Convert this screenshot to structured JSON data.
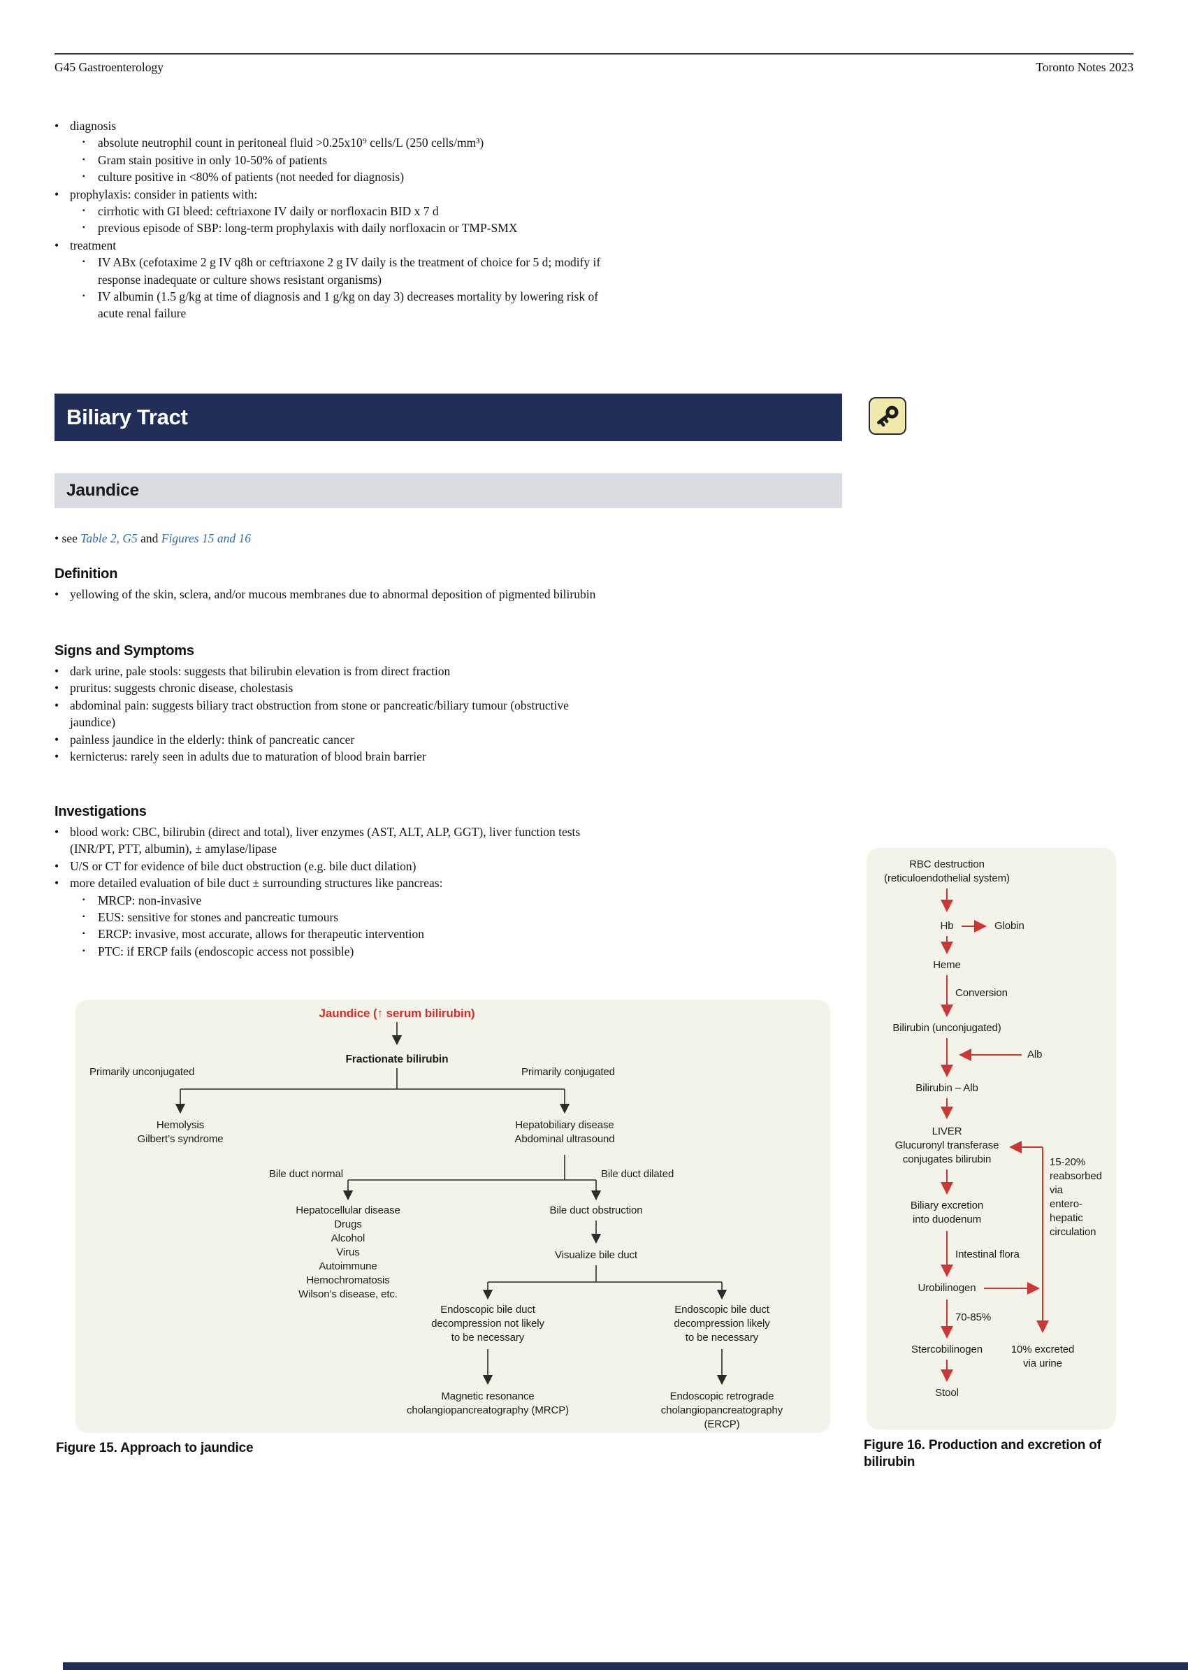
{
  "header": {
    "left": "G45 Gastroenterology",
    "right": "Toronto Notes 2023"
  },
  "sbp": {
    "bullets": [
      {
        "t": "diagnosis",
        "sub": [
          "absolute neutrophil count in peritoneal fluid >0.25x10⁹ cells/L (250 cells/mm³)",
          "Gram stain positive in only 10-50% of patients",
          "culture positive in <80% of patients (not needed for diagnosis)"
        ]
      },
      {
        "t": "prophylaxis: consider in patients with:",
        "sub": [
          "cirrhotic with GI bleed: ceftriaxone IV daily or norfloxacin BID x 7 d",
          "previous episode of SBP: long-term prophylaxis with daily norfloxacin or TMP-SMX"
        ]
      },
      {
        "t": "treatment",
        "sub": [
          "IV ABx (cefotaxime 2 g IV q8h or ceftriaxone 2 g IV daily is the treatment of choice for 5 d; modify if response inadequate or culture shows resistant organisms)",
          "IV albumin (1.5 g/kg at time of diagnosis and 1 g/kg on day 3) decreases mortality by lowering risk of acute renal failure"
        ]
      }
    ]
  },
  "biliary": {
    "title": "Biliary Tract",
    "key_icon": "key-icon"
  },
  "jaundice": {
    "heading": "Jaundice",
    "see": {
      "bullet": "•",
      "prefix": "see ",
      "link1": "Table 2, G5",
      "and": " and ",
      "link2": "Figures 15 and 16"
    },
    "definition_heading": "Definition",
    "definition_bullets": [
      {
        "t": "yellowing of the skin, sclera, and/or mucous membranes due to abnormal deposition of pigmented bilirubin"
      }
    ],
    "signs_heading": "Signs and Symptoms",
    "signs_bullets": [
      {
        "t": "dark urine, pale stools: suggests that bilirubin elevation is from direct fraction"
      },
      {
        "t": "pruritus: suggests chronic disease, cholestasis"
      },
      {
        "t": "abdominal pain: suggests biliary tract obstruction from stone or pancreatic/biliary tumour (obstructive jaundice)"
      },
      {
        "t": "painless jaundice in the elderly: think of pancreatic cancer"
      },
      {
        "t": "kernicterus: rarely seen in adults due to maturation of blood brain barrier"
      }
    ],
    "investigations_heading": "Investigations",
    "investigations_bullets": [
      {
        "t": "blood work: CBC, bilirubin (direct and total), liver enzymes (AST, ALT, ALP, GGT), liver function tests (INR/PT, PTT, albumin), ± amylase/lipase"
      },
      {
        "t": "U/S or CT for evidence of bile duct obstruction (e.g. bile duct dilation)"
      },
      {
        "t": "more detailed evaluation of bile duct ± surrounding structures like pancreas:",
        "sub": [
          "MRCP: non-invasive",
          "EUS: sensitive for stones and pancreatic tumours",
          "ERCP: invasive, most accurate, allows for therapeutic intervention",
          "PTC: if ERCP fails (endoscopic access not possible)"
        ]
      }
    ]
  },
  "fig15": {
    "caption": "Figure 15. Approach to jaundice",
    "nodes": {
      "title": "Jaundice (↑ serum bilirubin)",
      "fractionate": "Fractionate bilirubin",
      "primarily_unconjugated": "Primarily unconjugated",
      "primarily_conjugated": "Primarily conjugated",
      "hemolysis": "Hemolysis\nGilbert’s syndrome",
      "hepatobiliary": "Hepatobiliary disease\nAbdominal ultrasound",
      "bile_duct_normal": "Bile duct normal",
      "bile_duct_dilated": "Bile duct dilated",
      "hepatocellular": "Hepatocellular disease\nDrugs\nAlcohol\nVirus\nAutoimmune\nHemochromatosis\nWilson’s disease, etc.",
      "obstruction": "Bile duct obstruction",
      "visualize": "Visualize bile duct",
      "decomp_not_likely": "Endoscopic bile duct\ndecompression not likely\nto be necessary",
      "decomp_likely": "Endoscopic bile duct\ndecompression likely\nto be necessary",
      "mrcp": "Magnetic resonance\ncholangiopancreatography (MRCP)",
      "ercp": "Endoscopic retrograde\ncholangiopancreatography (ERCP)"
    }
  },
  "fig16": {
    "caption": "Figure 16. Production and excretion of bilirubin",
    "nodes": {
      "rbc": "RBC destruction\n(reticuloendothelial system)",
      "hb": "Hb",
      "globin": "Globin",
      "heme": "Heme",
      "conversion": "Conversion",
      "bilirubin_unconj": "Bilirubin (unconjugated)",
      "alb": "Alb",
      "bilirubin_alb": "Bilirubin – Alb",
      "liver": "LIVER\nGlucuronyl transferase\nconjugates bilirubin",
      "reabsorbed": "15-20%\nreabsorbed\nvia\nentero-\nhepatic\ncirculation",
      "biliary_excretion": "Biliary excretion\ninto duodenum",
      "intestinal_flora": "Intestinal flora",
      "urobilinogen": "Urobilinogen",
      "pct_70_85": "70-85%",
      "stercobilinogen": "Stercobilinogen",
      "pct_10": "10% excreted\nvia urine",
      "stool": "Stool"
    }
  },
  "colors": {
    "banner_navy": "#222e5a",
    "subbanner_gray": "#d8dbe0",
    "figure_cream": "#f4f3e9",
    "figure_red": "#cb3734",
    "link_blue": "#2c6cb0",
    "key_badge_yellow": "#f0e9ab"
  }
}
